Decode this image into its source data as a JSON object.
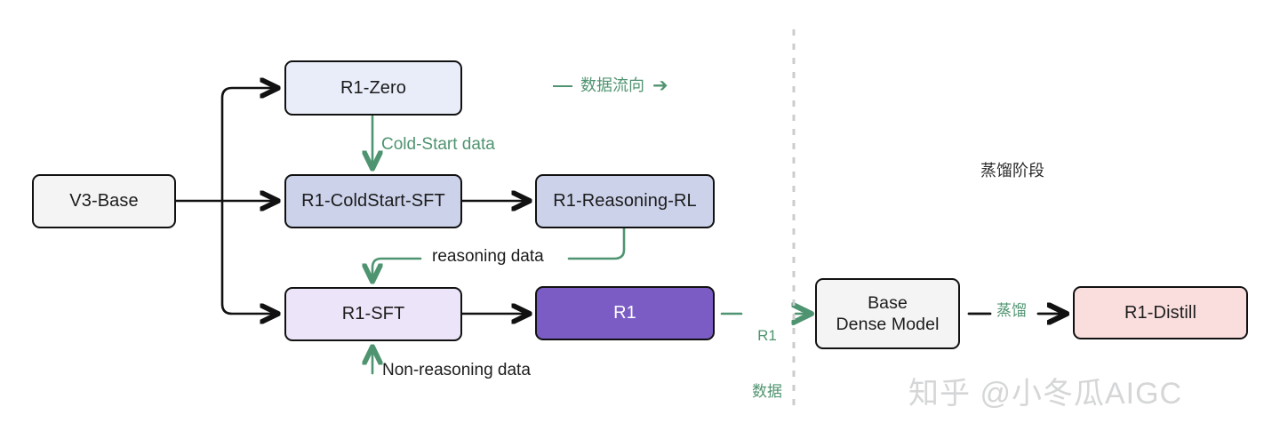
{
  "diagram": {
    "title_right": "蒸馏阶段",
    "watermark": "知乎 @小冬瓜AIGC",
    "colors": {
      "green": "#4f9470",
      "node_border": "#111111",
      "divider": "#cccccc",
      "v3base_fill": "#f4f4f4",
      "r1zero_fill": "#e9edf9",
      "coldstart_fill": "#ccd2ea",
      "reasoningrl_fill": "#ccd2ea",
      "r1sft_fill": "#ece5fa",
      "r1_fill": "#7a5cc4",
      "basedense_fill": "#f4f4f4",
      "r1distill_fill": "#fadede"
    },
    "nodes": [
      {
        "id": "v3base",
        "label": "V3-Base"
      },
      {
        "id": "r1zero",
        "label": "R1-Zero"
      },
      {
        "id": "coldstart",
        "label": "R1-ColdStart-SFT"
      },
      {
        "id": "reasoningrl",
        "label": "R1-Reasoning-RL"
      },
      {
        "id": "r1sft",
        "label": "R1-SFT"
      },
      {
        "id": "r1",
        "label": "R1"
      },
      {
        "id": "basedense",
        "line1": "Base",
        "line2": "Dense Model"
      },
      {
        "id": "r1distill",
        "label": "R1-Distill"
      }
    ],
    "edge_labels": {
      "cold_start_data": "Cold-Start data",
      "reasoning_data": "reasoning data",
      "non_reasoning_data": "Non-reasoning data",
      "r1_data_line1": "R1",
      "r1_data_line2": "数据",
      "distill": "蒸馏"
    },
    "legend": {
      "dash_icon": "line-dash-icon",
      "text": "数据流向",
      "arrow_icon": "arrow-right-icon",
      "arrow_glyph": "➔"
    }
  }
}
